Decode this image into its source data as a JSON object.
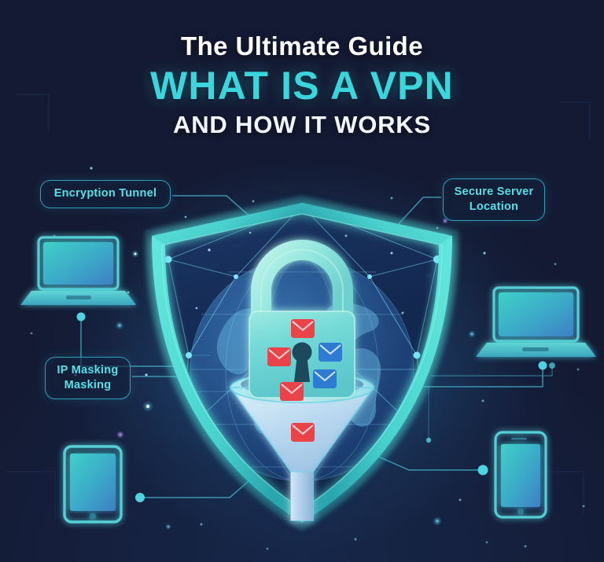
{
  "meta": {
    "kind": "infographic",
    "background_color": "#141a33",
    "accent_cyan": "#3ad5dd",
    "accent_teal": "#4fd9d0",
    "label_border": "#2f9fb8",
    "label_text": "#58e0e8",
    "white": "#ffffff",
    "envelope_red": "#e8444a",
    "envelope_blue": "#2e7bd4"
  },
  "titles": {
    "eyebrow": "The Ultimate Guide",
    "main": "WHAT IS A VPN",
    "sub": "AND HOW IT WORKS"
  },
  "callouts": [
    {
      "id": "encryption-tunnel",
      "label": "Encryption Tunnel",
      "position": "top-left"
    },
    {
      "id": "secure-server-location",
      "label": "Secure Server\nLocation",
      "position": "top-right"
    },
    {
      "id": "ip-masking",
      "label": "IP Masking\nMasking",
      "position": "mid-left"
    }
  ],
  "center_graphic": {
    "shield_label": "security-shield",
    "globe_label": "world-globe",
    "padlock_label": "padlock",
    "funnel_label": "data-funnel",
    "envelopes": [
      {
        "color": "#e8444a",
        "where": "padlock-top"
      },
      {
        "color": "#e8444a",
        "where": "padlock-left"
      },
      {
        "color": "#2e7bd4",
        "where": "padlock-right-upper"
      },
      {
        "color": "#2e7bd4",
        "where": "padlock-right-lower"
      },
      {
        "color": "#e8444a",
        "where": "funnel-rim"
      },
      {
        "color": "#e8444a",
        "where": "funnel-inside"
      }
    ]
  },
  "devices": [
    {
      "id": "laptop-left",
      "type": "laptop",
      "position": "left-upper"
    },
    {
      "id": "laptop-right",
      "type": "laptop",
      "position": "right-upper"
    },
    {
      "id": "tablet-left",
      "type": "tablet",
      "position": "left-lower"
    },
    {
      "id": "phone-right",
      "type": "phone",
      "position": "right-lower"
    }
  ]
}
